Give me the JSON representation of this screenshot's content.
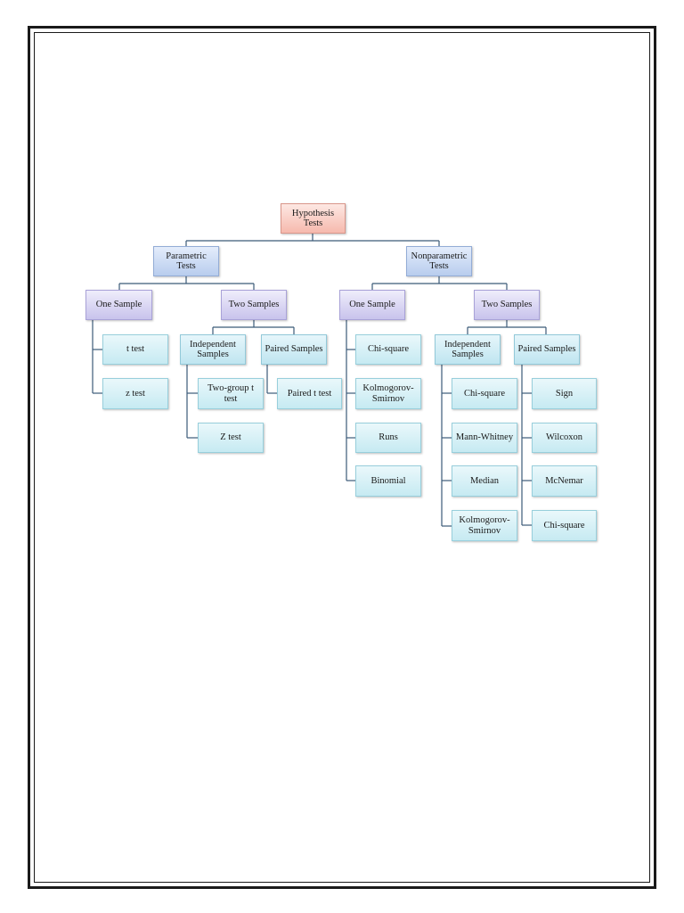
{
  "diagram": {
    "root": "Hypothesis Tests",
    "parametric": {
      "label": "Parametric Tests",
      "one_sample": {
        "label": "One Sample",
        "tests": [
          "t test",
          "z test"
        ]
      },
      "two_samples": {
        "label": "Two Samples",
        "independent": {
          "label": "Independent Samples",
          "tests": [
            "Two-group t test",
            "Z test"
          ]
        },
        "paired": {
          "label": "Paired Samples",
          "tests": [
            "Paired t test"
          ]
        }
      }
    },
    "nonparametric": {
      "label": "Nonparametric Tests",
      "one_sample": {
        "label": "One Sample",
        "tests": [
          "Chi-square",
          "Kolmogorov-Smirnov",
          "Runs",
          "Binomial"
        ]
      },
      "two_samples": {
        "label": "Two Samples",
        "independent": {
          "label": "Independent Samples",
          "tests": [
            "Chi-square",
            "Mann-Whitney",
            "Median",
            "Kolmogorov-Smirnov"
          ]
        },
        "paired": {
          "label": "Paired Samples",
          "tests": [
            "Sign",
            "Wilcoxon",
            "McNemar",
            "Chi-square"
          ]
        }
      }
    }
  }
}
